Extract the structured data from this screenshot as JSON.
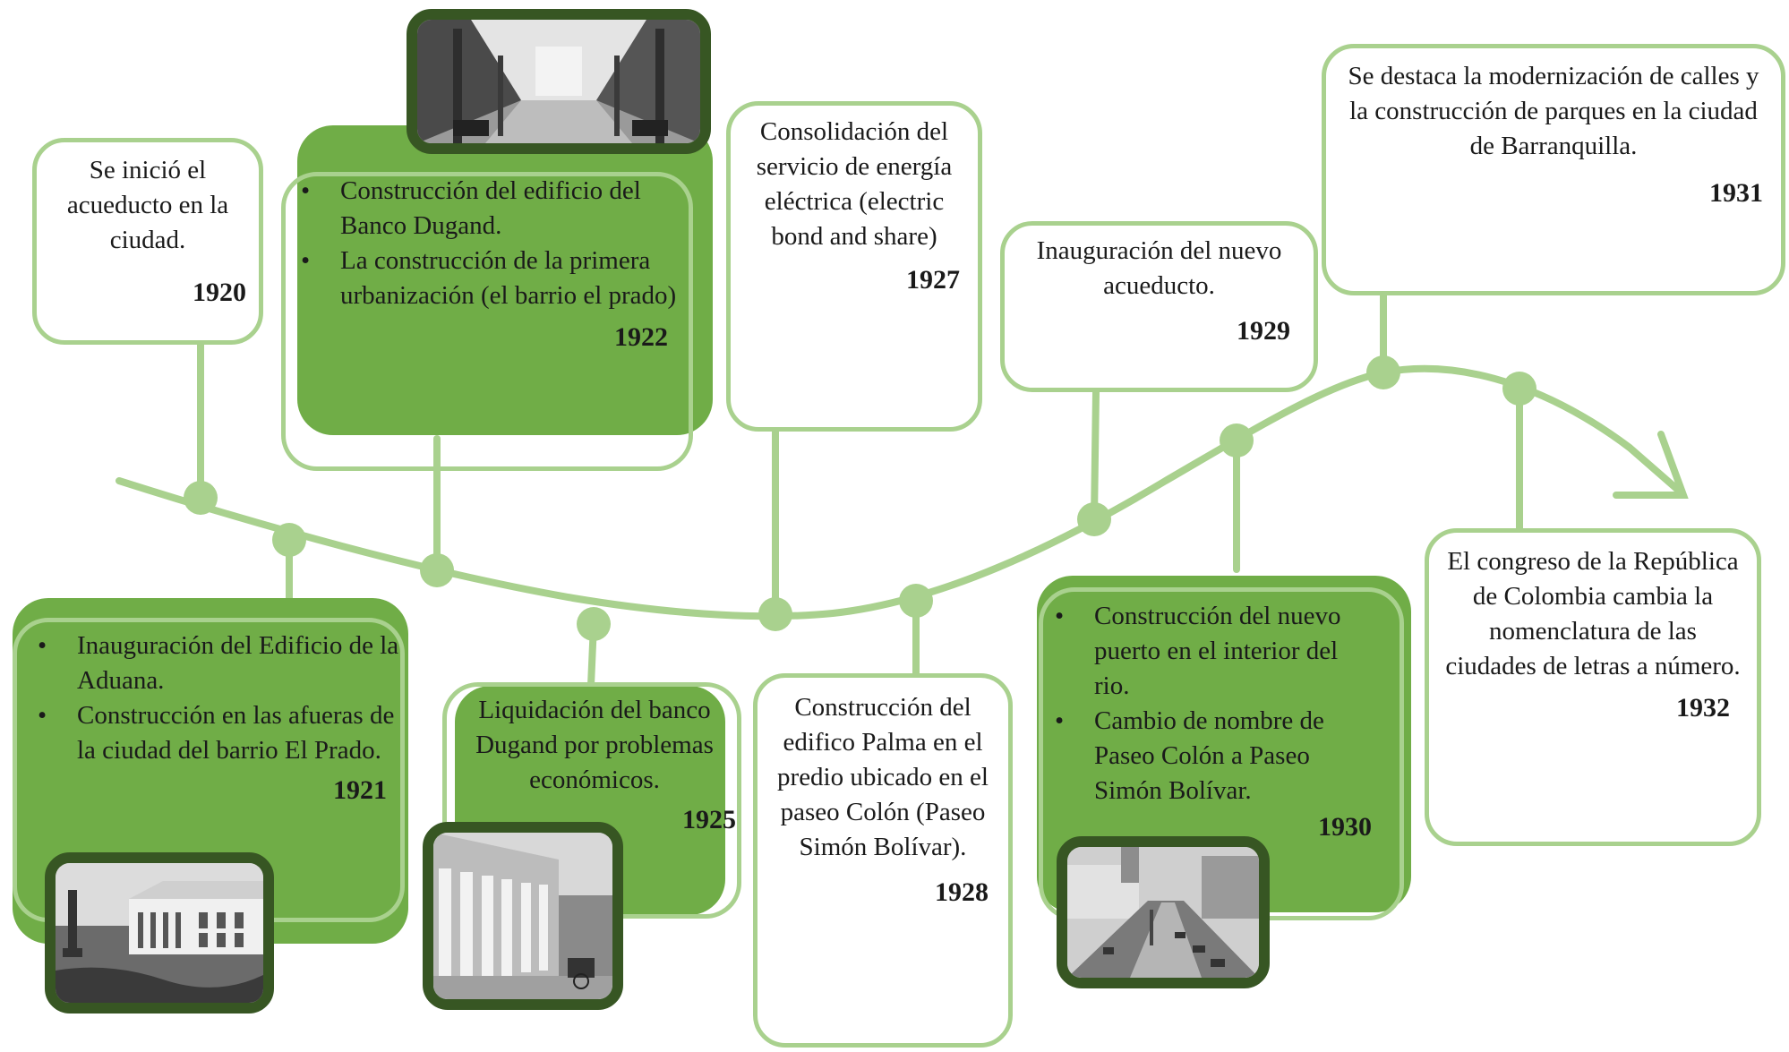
{
  "colors": {
    "line": "#a9d18e",
    "fill": "#70ad47",
    "photo_frame": "#375623",
    "text": "#1a1a1a"
  },
  "events": {
    "e1920": {
      "text": "Se inició el acueducto en la ciudad.",
      "year": "1920"
    },
    "e1921": {
      "items": [
        "Inauguración del Edificio de la Aduana.",
        "Construcción en las afueras de la ciudad del barrio El Prado."
      ],
      "year": "1921"
    },
    "e1922": {
      "items": [
        "Construcción del edificio del Banco Dugand.",
        "La construcción de la primera urbanización (el barrio el prado)"
      ],
      "year": "1922"
    },
    "e1925": {
      "text": "Liquidación del banco Dugand por problemas económicos.",
      "year": "1925"
    },
    "e1927": {
      "text": "Consolidación del servicio de energía eléctrica (electric bond and share)",
      "year": "1927"
    },
    "e1928": {
      "text": "Construcción del edifico Palma en el predio ubicado en el paseo Colón (Paseo Simón Bolívar).",
      "year": "1928"
    },
    "e1929": {
      "text": "Inauguración del nuevo acueducto.",
      "year": "1929"
    },
    "e1930": {
      "items": [
        "Construcción del nuevo puerto en el interior del rio.",
        "Cambio de nombre de Paseo Colón a Paseo Simón Bolívar."
      ],
      "year": "1930"
    },
    "e1931": {
      "text": "Se destaca la modernización de calles y la construcción de parques en la ciudad de Barranquilla.",
      "year": "1931"
    },
    "e1932": {
      "text": "El congreso de la República de Colombia cambia la nomenclatura de las ciudades de letras a número.",
      "year": "1932"
    }
  },
  "photos": {
    "banco_interior": "bank-interior-photo",
    "aduana": "customs-building-photo",
    "banco_exterior": "bank-exterior-photo",
    "paseo": "paseo-street-photo"
  }
}
